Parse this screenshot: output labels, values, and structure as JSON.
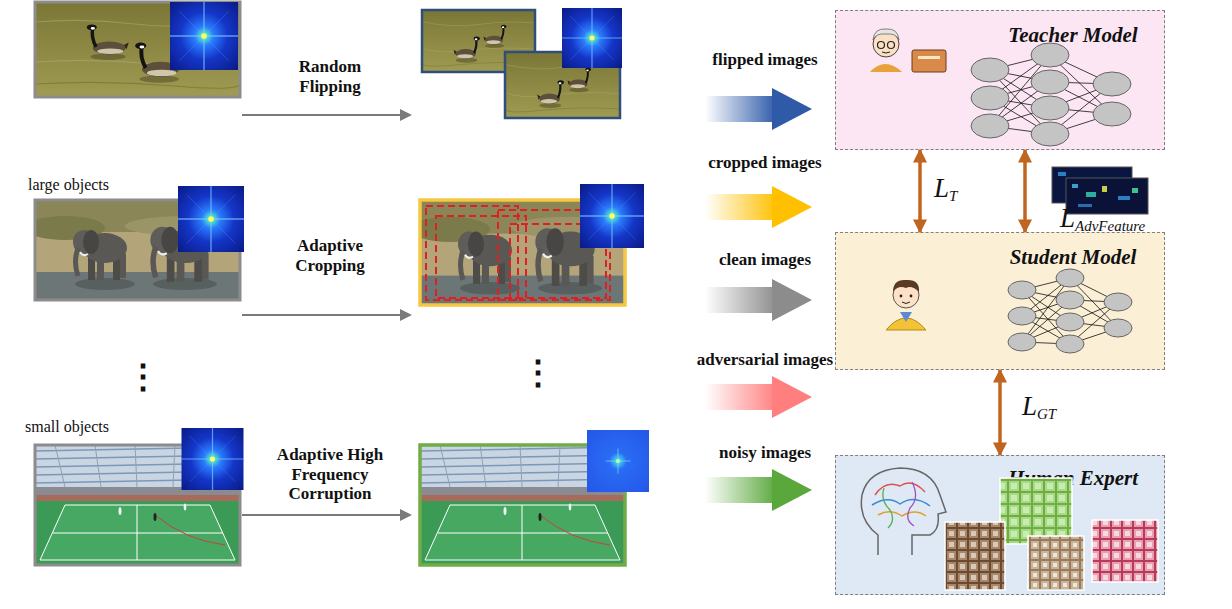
{
  "diagram": {
    "nodes": [
      {
        "text": [
          "Teacher Model"
        ]
      },
      {
        "text": [
          "Student Model"
        ]
      },
      {
        "text": [
          "Human Expert"
        ]
      }
    ],
    "edges": [
      {
        "from": 0,
        "to": 1,
        "label": "LT",
        "arrow": "both"
      },
      {
        "from": 0,
        "to": 1,
        "label": "LAdvFeature",
        "arrow": "both"
      },
      {
        "from": 1,
        "to": 2,
        "label": "LGT",
        "arrow": "both"
      }
    ],
    "labels": [
      "Random Flipping",
      "flipped images",
      "large objects",
      "Adaptive Cropping",
      "cropped images",
      "clean images",
      "⋮",
      "⋮",
      "adversarial images",
      "small objects",
      "Adaptive High Frequency Corruption",
      "noisy images"
    ]
  }
}
